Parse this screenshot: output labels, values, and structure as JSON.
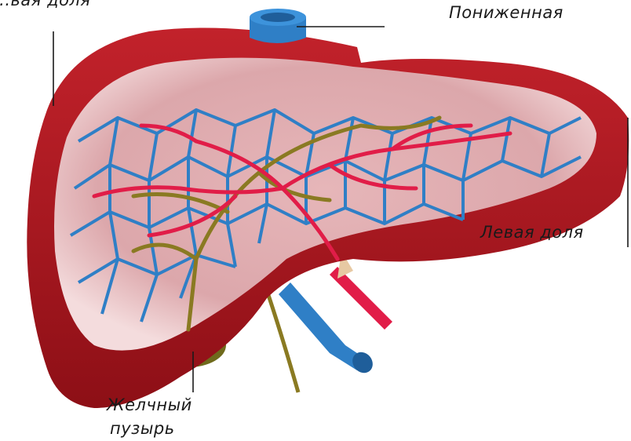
{
  "labels": {
    "right_lobe_partial": "...вая доля",
    "inferior_vena_cava": "Пониженная",
    "left_lobe": "Левая доля",
    "gallbladder_line1": "Желчный",
    "gallbladder_line2": "пузырь"
  },
  "colors": {
    "liver_outer": "#a3131b",
    "liver_inner": "#e8b9bc",
    "vein_blue": "#2f7fc6",
    "artery_red": "#e11d48",
    "bile_duct": "#8a7a22",
    "gallbladder": "#6f6a1c"
  }
}
